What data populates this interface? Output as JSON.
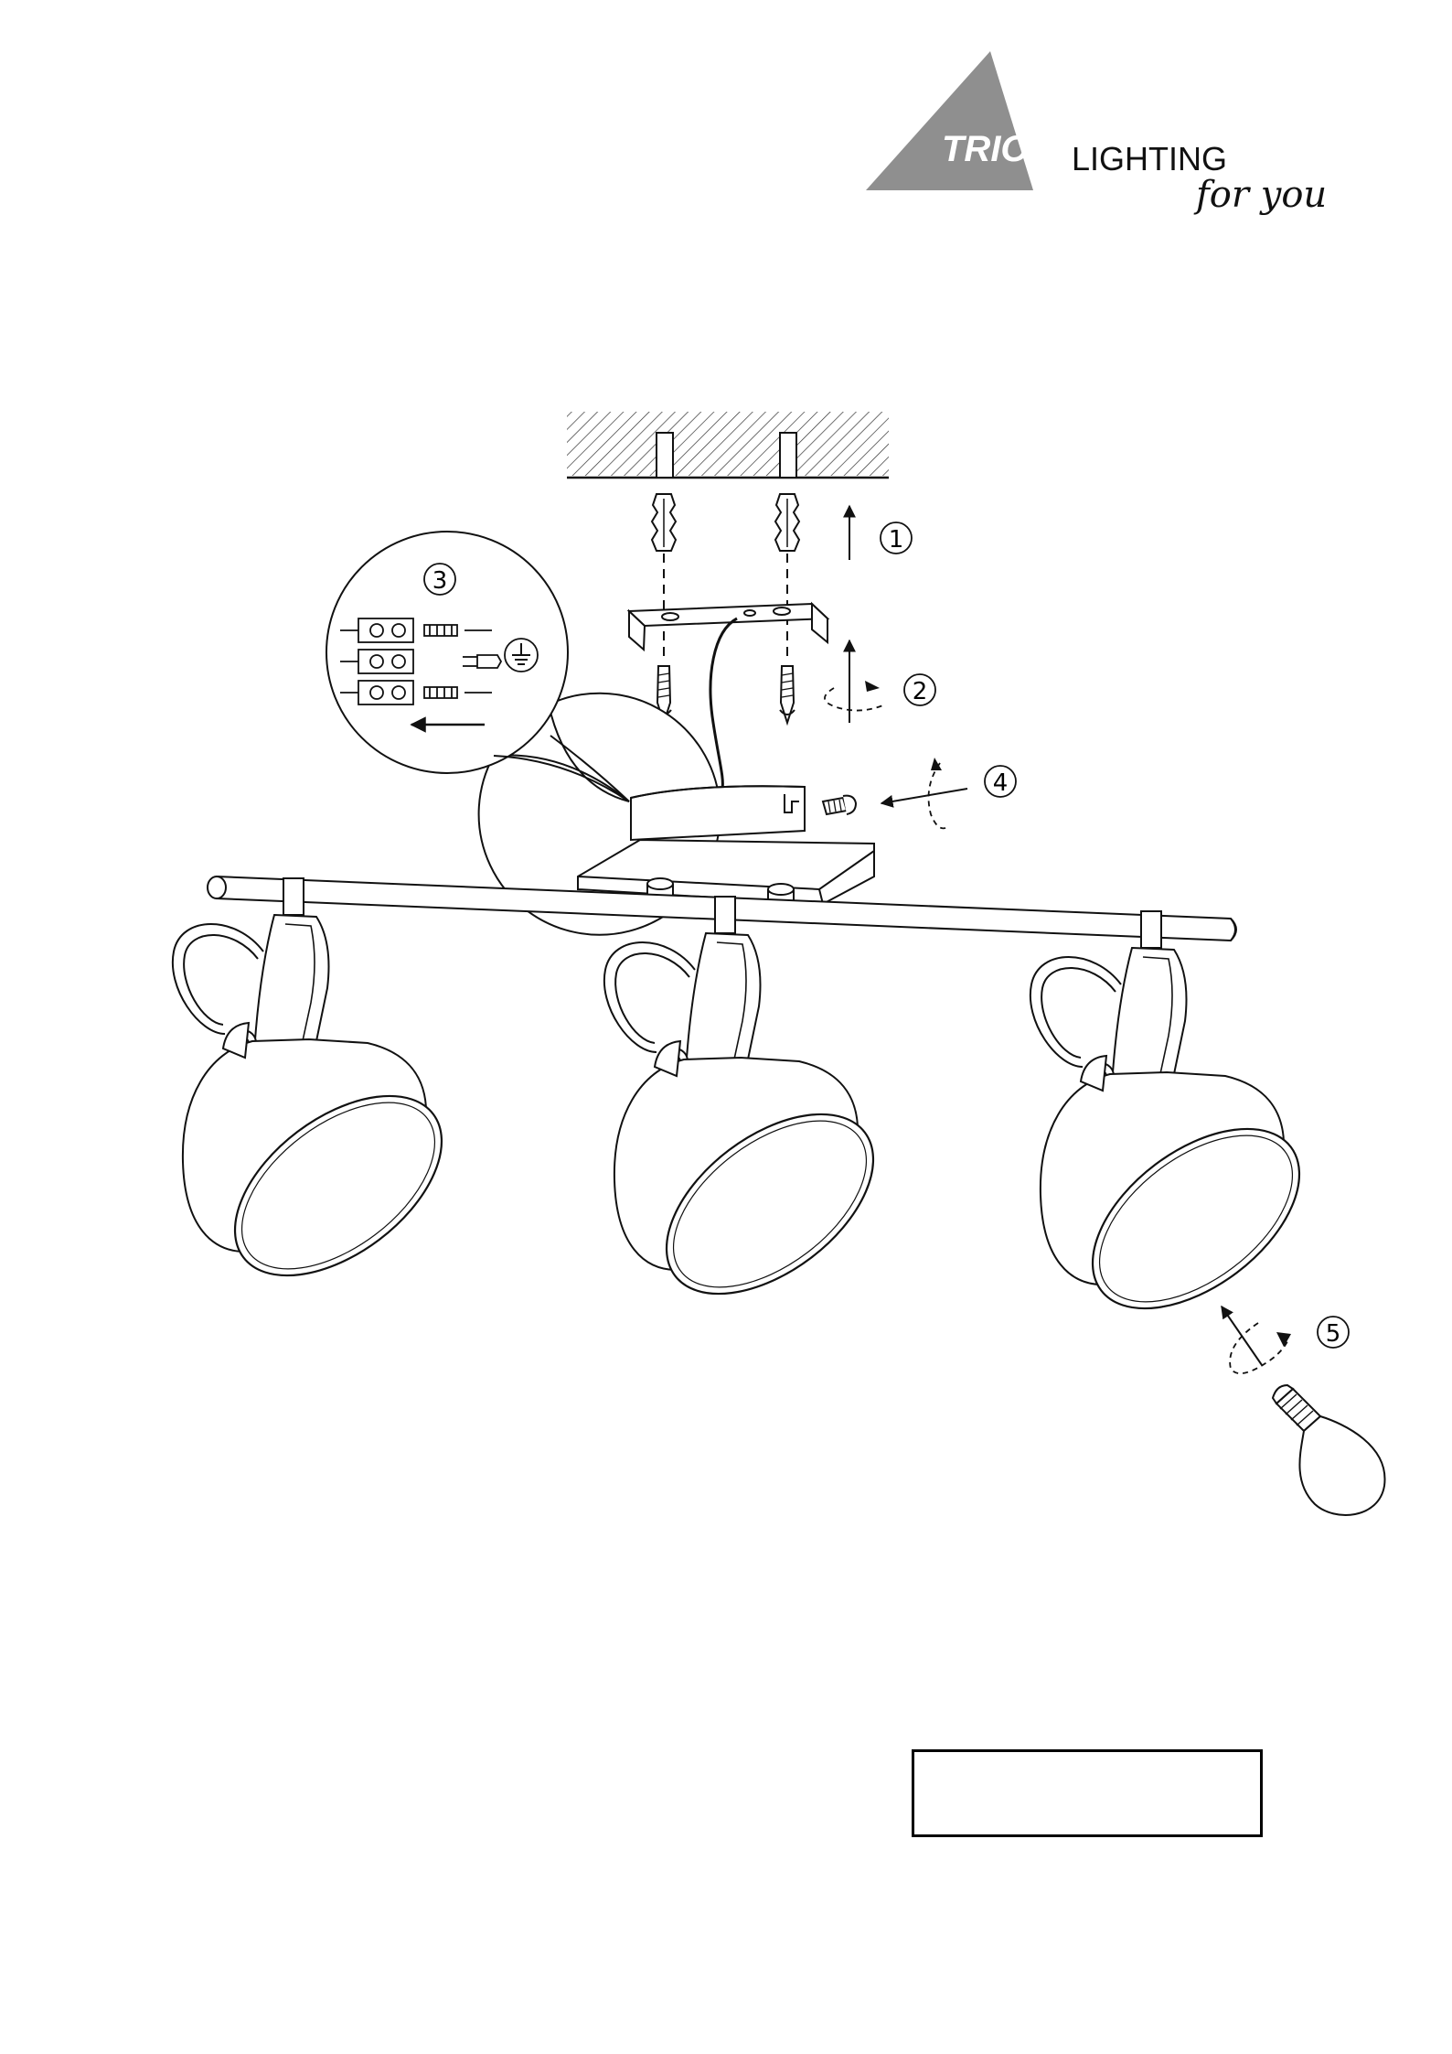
{
  "logo": {
    "brand": "TRIO",
    "word": "LIGHTING",
    "tagline": "for you"
  },
  "steps": [
    "1",
    "2",
    "3",
    "4",
    "5"
  ],
  "wiring": {
    "earth_symbol": "earth-ground"
  },
  "colors": {
    "line": "#1a1a1a",
    "logo_gray": "#8f8f8f",
    "background": "#ffffff"
  },
  "spotlights": [
    {
      "id": "spot-1"
    },
    {
      "id": "spot-2"
    },
    {
      "id": "spot-3"
    }
  ],
  "label_box": {
    "text": ""
  }
}
